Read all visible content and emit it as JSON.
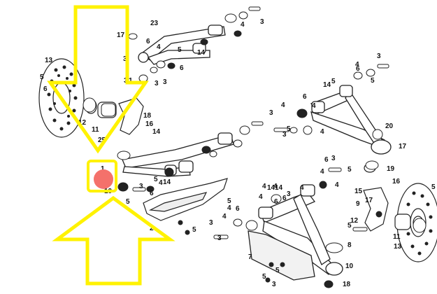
{
  "diagram": {
    "callouts": [
      "23",
      "17",
      "3",
      "6",
      "4",
      "3",
      "14",
      "5",
      "6",
      "3",
      "4",
      "3",
      "1",
      "3",
      "13",
      "5",
      "6",
      "18",
      "16",
      "12",
      "11",
      "25",
      "14",
      "1",
      "10",
      "5",
      "3",
      "4",
      "14",
      "5",
      "6",
      "2",
      "4",
      "5",
      "3",
      "3",
      "4",
      "5",
      "6",
      "4",
      "14",
      "4",
      "6",
      "3",
      "4",
      "5",
      "3",
      "4",
      "6",
      "4",
      "14",
      "5",
      "20",
      "17",
      "3",
      "4",
      "6",
      "5",
      "3",
      "4",
      "19",
      "6",
      "4",
      "5",
      "7",
      "5",
      "3",
      "5",
      "14",
      "4",
      "6",
      "3",
      "4",
      "5",
      "17",
      "8",
      "10",
      "18",
      "15",
      "16",
      "9",
      "12",
      "11",
      "13",
      "5"
    ]
  },
  "annotations": {
    "arrow_color": "#FFF200",
    "highlight_box_color": "#FFF200",
    "marker_color": "#F4716B",
    "highlighted_part": "1"
  }
}
